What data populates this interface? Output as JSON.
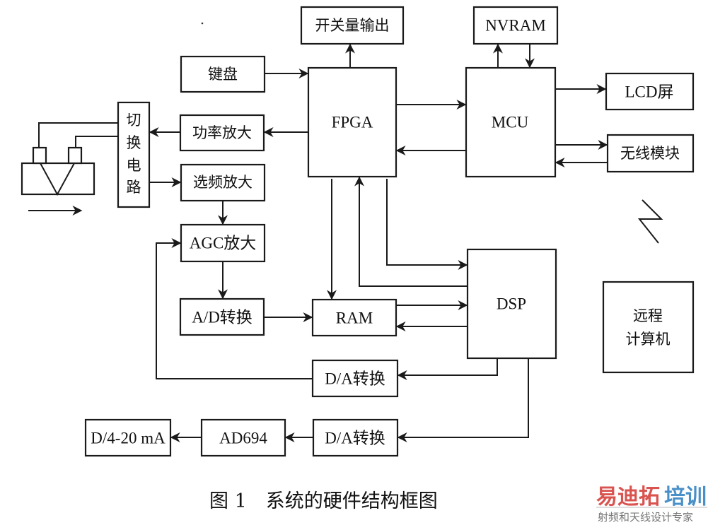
{
  "diagram": {
    "blocks": {
      "switch_output": "开关量输出",
      "nvram": "NVRAM",
      "keyboard": "键盘",
      "fpga": "FPGA",
      "mcu": "MCU",
      "lcd": "LCD屏",
      "wireless": "无线模块",
      "switch_circuit": [
        "切",
        "换",
        "电",
        "路"
      ],
      "power_amp": "功率放大",
      "freq_amp": "选频放大",
      "agc_amp": "AGC放大",
      "ad_conv": "A/D转换",
      "ram": "RAM",
      "dsp": "DSP",
      "remote_pc": [
        "远程",
        "计算机"
      ],
      "da_conv_1": "D/A转换",
      "da_conv_2": "D/A转换",
      "ad694": "AD694",
      "current_out": "D/4-20 mA"
    },
    "connections": [
      {
        "from": "keyboard",
        "to": "fpga"
      },
      {
        "from": "fpga",
        "to": "switch_output"
      },
      {
        "from": "fpga",
        "to": "power_amp"
      },
      {
        "from": "power_amp",
        "to": "switch_circuit"
      },
      {
        "from": "switch_circuit",
        "to": "freq_amp"
      },
      {
        "from": "freq_amp",
        "to": "agc_amp"
      },
      {
        "from": "agc_amp",
        "to": "ad_conv"
      },
      {
        "from": "ad_conv",
        "to": "ram"
      },
      {
        "from": "fpga",
        "to": "ram"
      },
      {
        "from": "fpga",
        "to": "dsp"
      },
      {
        "from": "dsp",
        "to": "fpga"
      },
      {
        "from": "ram",
        "to": "dsp"
      },
      {
        "from": "dsp",
        "to": "ram"
      },
      {
        "from": "dsp",
        "to": "da_conv_1"
      },
      {
        "from": "da_conv_1",
        "to": "agc_amp"
      },
      {
        "from": "dsp",
        "to": "da_conv_2"
      },
      {
        "from": "da_conv_2",
        "to": "ad694"
      },
      {
        "from": "ad694",
        "to": "current_out"
      },
      {
        "from": "fpga",
        "to": "mcu"
      },
      {
        "from": "mcu",
        "to": "fpga"
      },
      {
        "from": "mcu",
        "to": "nvram"
      },
      {
        "from": "nvram",
        "to": "mcu"
      },
      {
        "from": "mcu",
        "to": "lcd"
      },
      {
        "from": "mcu",
        "to": "wireless"
      },
      {
        "from": "wireless",
        "to": "mcu"
      },
      {
        "from": "wireless",
        "to": "remote_pc",
        "type": "wireless-link"
      }
    ]
  },
  "caption": "图 1　系统的硬件结构框图",
  "watermark": {
    "title_red": "易迪拓",
    "title_blue": "培训",
    "subtitle": "射频和天线设计专家",
    "color_red": "#d9534f",
    "color_blue": "#4a90c8"
  }
}
